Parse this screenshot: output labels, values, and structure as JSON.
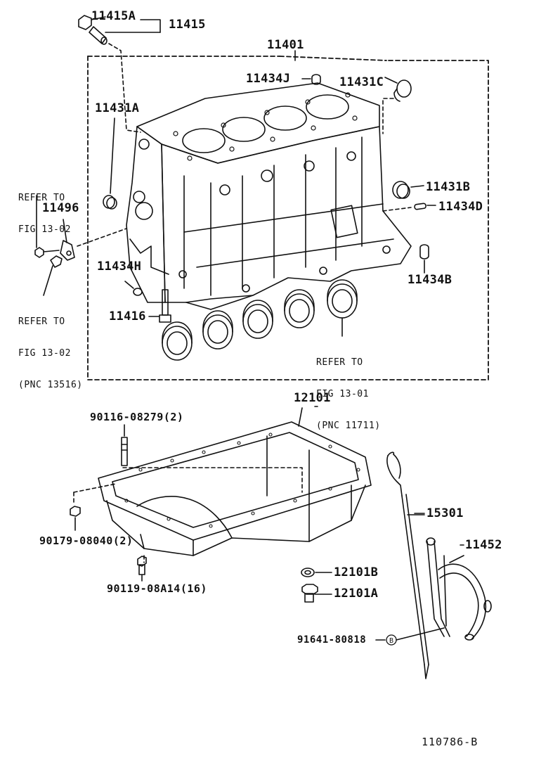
{
  "labels": {
    "p11415A": "11415A",
    "p11415": "11415",
    "p11401": "11401",
    "p11434J": "11434J",
    "p11431C": "11431C",
    "p11431A": "11431A",
    "p11431B": "11431B",
    "p11434D": "11434D",
    "p11496": "11496",
    "p11434H": "11434H",
    "p11434B": "11434B",
    "p11416": "11416",
    "p12101": "12101",
    "p90116": "90116-08279(2)",
    "p90179": "90179-08040(2)",
    "p90119": "90119-08A14(16)",
    "p15301": "15301",
    "p11452": "11452",
    "p12101B": "12101B",
    "p12101A": "12101A",
    "p91641": "91641-80818"
  },
  "refs": {
    "r1_line1": "REFER TO",
    "r1_line2": "FIG 13-02",
    "r2_line1": "REFER TO",
    "r2_line2": "FIG 13-02",
    "r2_line3": "(PNC 13516)",
    "r3_line1": "REFER TO",
    "r3_line2": "FIG 13-01",
    "r3_line3": "(PNC 11711)"
  },
  "circled_mark": "B",
  "footer_code": "110786-B"
}
